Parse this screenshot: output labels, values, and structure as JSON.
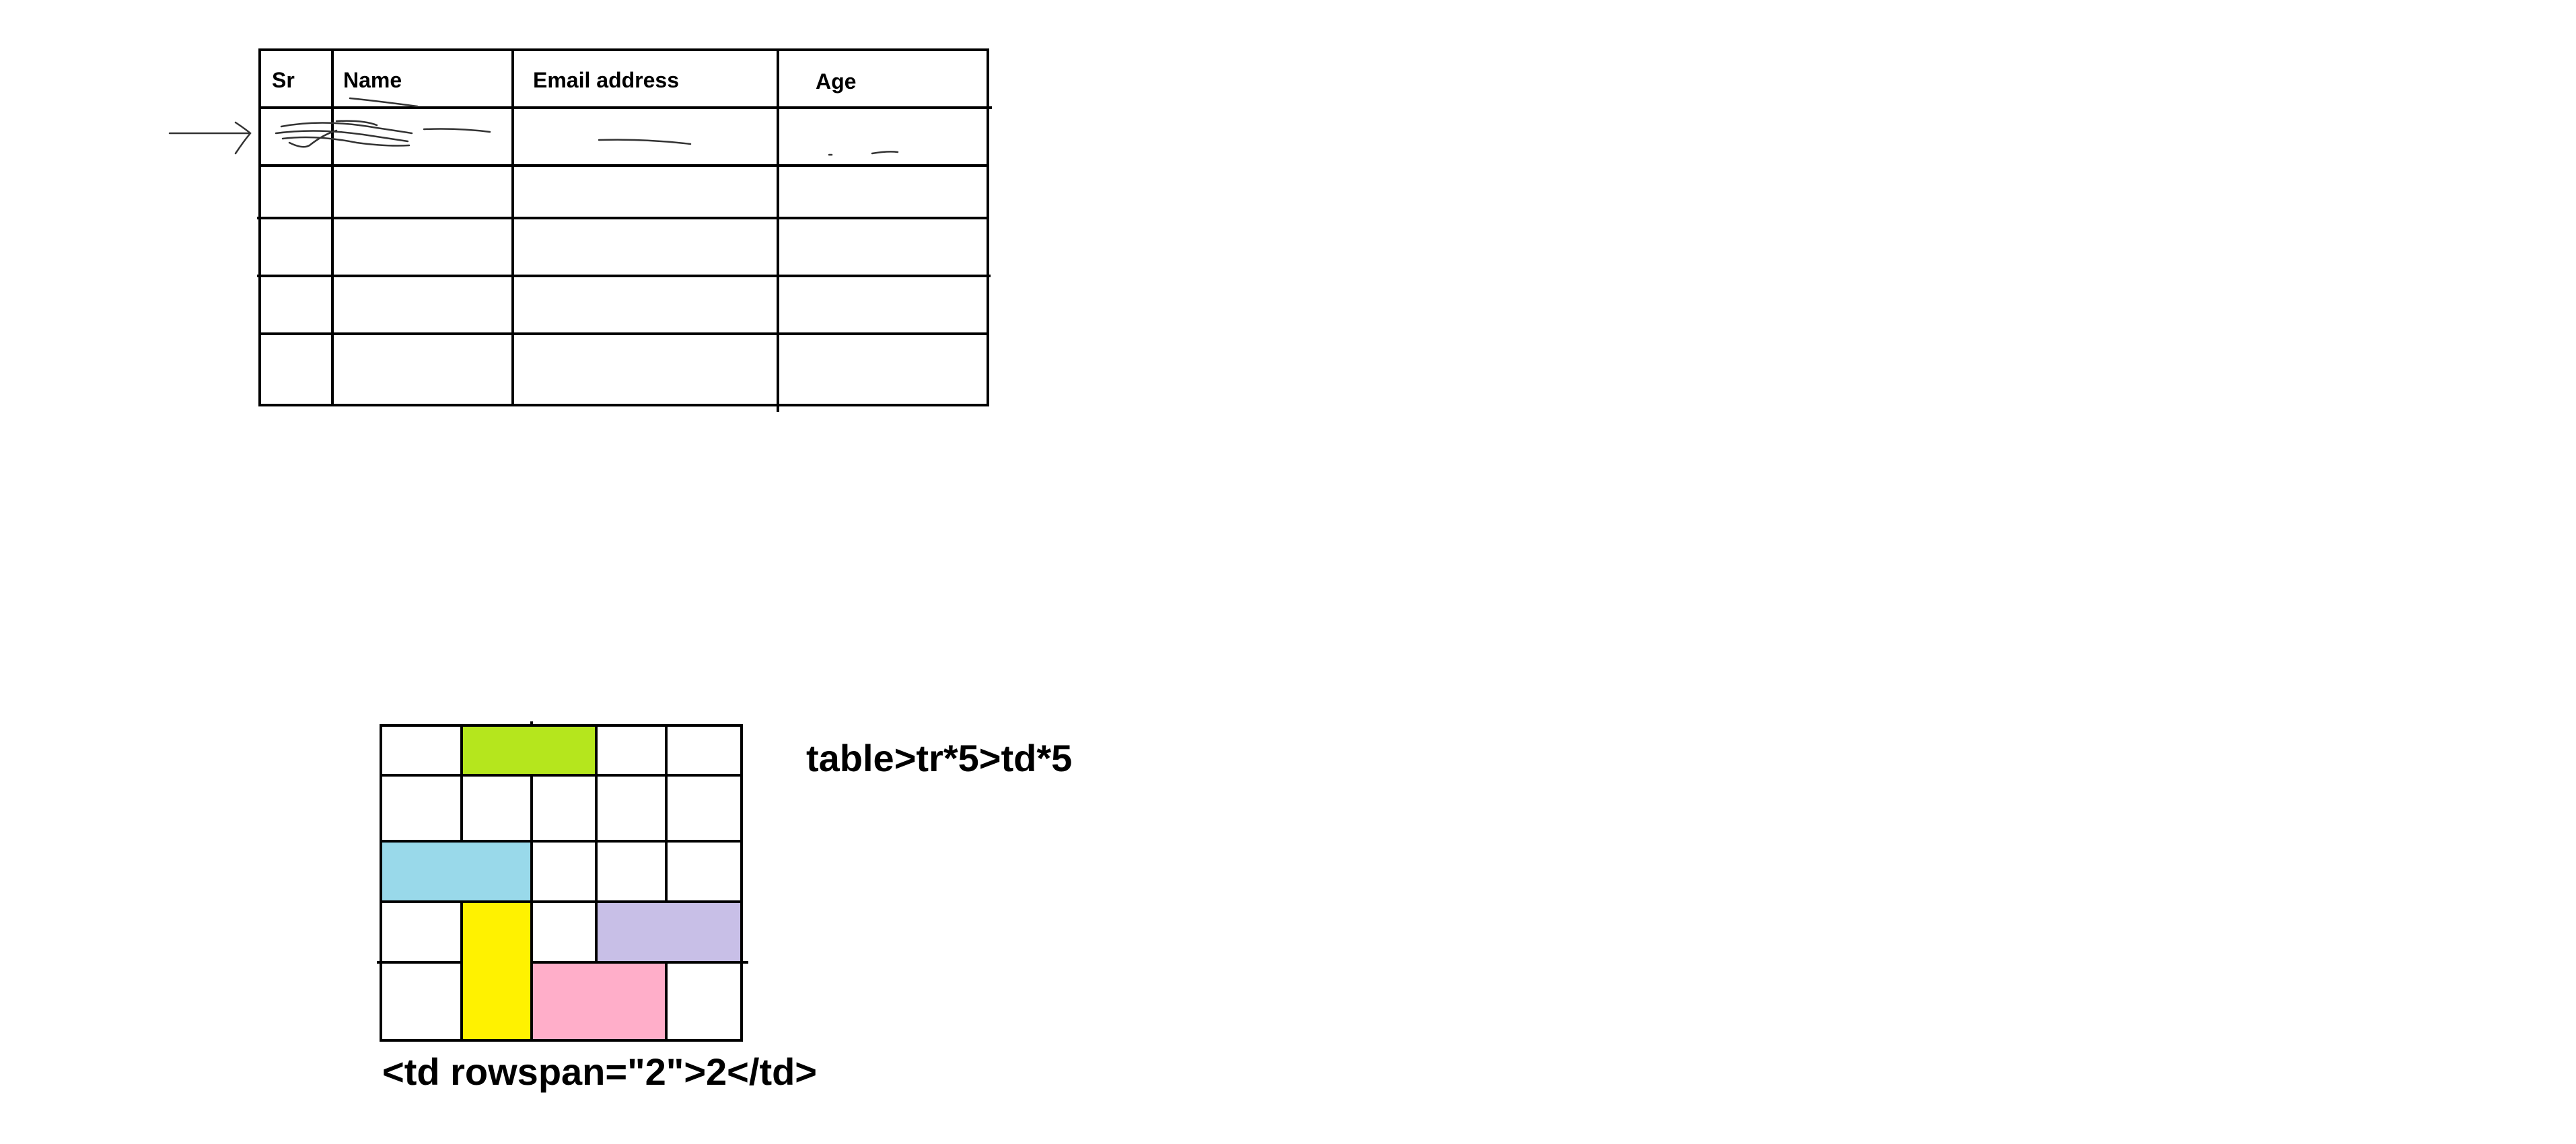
{
  "table_sketch": {
    "headers": [
      "Sr",
      "Name",
      "Email address",
      "Age"
    ],
    "row_count": 5
  },
  "span_diagram": {
    "rows": 5,
    "cols": 5,
    "emmet_label": "table>tr*5>td*5",
    "code_label": "<td rowspan=\"2\">2</td>",
    "colors": {
      "green": "#b5e61d",
      "blue": "#99d9ea",
      "yellow": "#fff200",
      "lavender": "#c8bfe7",
      "pink": "#ffaec9"
    }
  }
}
